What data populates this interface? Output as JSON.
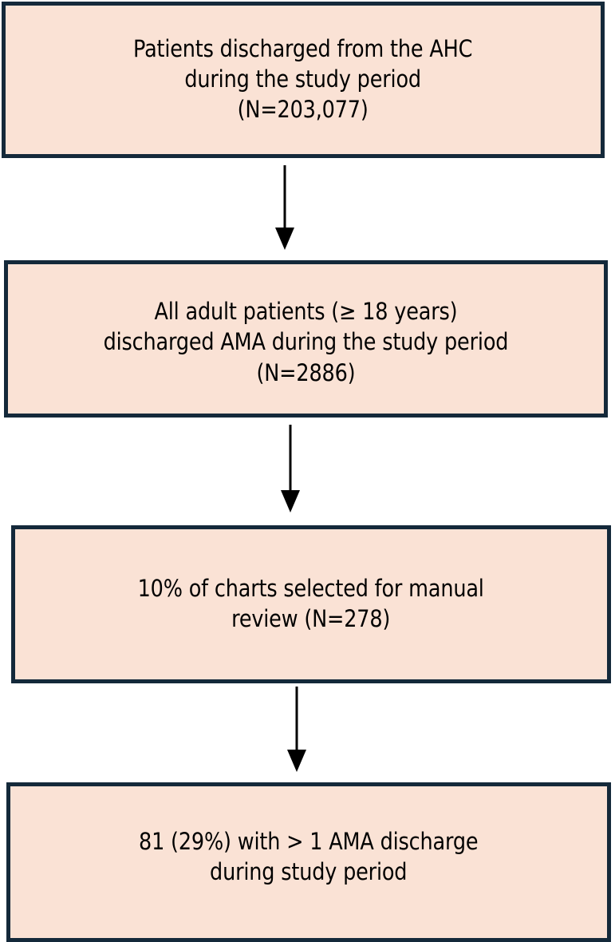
{
  "figure": {
    "type": "flowchart",
    "orientation": "vertical",
    "colors": {
      "node_fill": "#fae2d5",
      "node_border": "#14293a",
      "text": "#000000",
      "arrow": "#000000",
      "background": "#ffffff"
    },
    "nodes": [
      {
        "id": "node-1",
        "name": "cohort-all-discharges",
        "lines": [
          "Patients discharged from the AHC",
          "during the study period",
          "(N=203,077)"
        ],
        "text": "Patients discharged from the AHC\nduring the study period\n(N=203,077)",
        "count_label": "(N=203,077)",
        "count": 203077
      },
      {
        "id": "node-2",
        "name": "cohort-adult-ama-discharges",
        "lines": [
          "All adult patients    (≥ 18  years)",
          "discharged AMA during the study period",
          "(N=2886)"
        ],
        "text": "All adult patients    (≥ 18  years)\ndischarged AMA during the study period\n(N=2886)",
        "count_label": "(N=2886)",
        "count": 2886
      },
      {
        "id": "node-3",
        "name": "cohort-charts-manual-review",
        "lines": [
          "10% of charts selected for manual",
          "review (N=278)"
        ],
        "text": "10% of charts selected for manual\nreview (N=278)",
        "count_label": "(N=278)",
        "count": 278,
        "sample_percent": "10%"
      },
      {
        "id": "node-4",
        "name": "outcome-repeat-ama-discharges",
        "lines": [
          "81 (29%) with > 1 AMA discharge",
          "during study period"
        ],
        "text": "81 (29%) with > 1 AMA discharge\nduring study period",
        "count": 81,
        "percent": "29%"
      }
    ],
    "arrows": [
      {
        "id": "arrow-1",
        "name": "arrow-node1-to-node2",
        "from": "node-1",
        "to": "node-2",
        "direction": "down"
      },
      {
        "id": "arrow-2",
        "name": "arrow-node2-to-node3",
        "from": "node-2",
        "to": "node-3",
        "direction": "down"
      },
      {
        "id": "arrow-3",
        "name": "arrow-node3-to-node4",
        "from": "node-3",
        "to": "node-4",
        "direction": "down"
      }
    ]
  }
}
